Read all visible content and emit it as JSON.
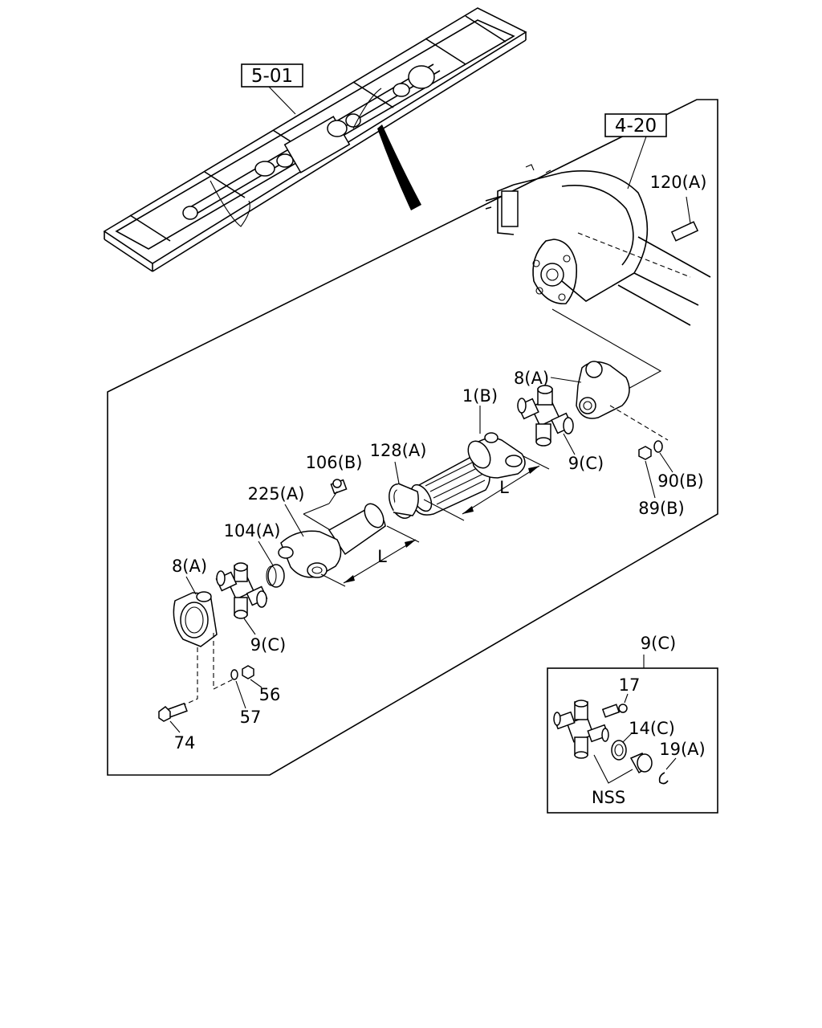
{
  "references": {
    "frame_ref": "5-01",
    "axle_ref": "4-20"
  },
  "labels": {
    "l120a": "120(A)",
    "l8a_top": "8(A)",
    "l1b": "1(B)",
    "l128a": "128(A)",
    "l106b": "106(B)",
    "l225a": "225(A)",
    "l104a": "104(A)",
    "l8a_bottom": "8(A)",
    "l9c_top": "9(C)",
    "l90b": "90(B)",
    "l89b": "89(B)",
    "l9c_bottom": "9(C)",
    "l56": "56",
    "l57": "57",
    "l74": "74",
    "dim_l_upper": "L",
    "dim_l_lower": "L"
  },
  "inset": {
    "title": "9(C)",
    "l17": "17",
    "l14c": "14(C)",
    "l19a": "19(A)",
    "nss": "NSS"
  }
}
